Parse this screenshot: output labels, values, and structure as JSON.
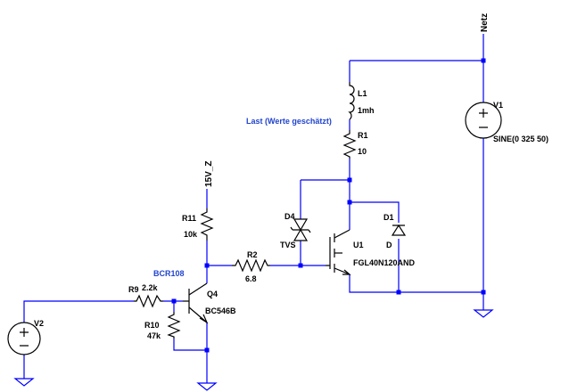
{
  "nets": {
    "netz": "Netz",
    "v15": "15V_Z"
  },
  "annotations": {
    "last": "Last (Werte geschätzt)",
    "bcr": "BCR108"
  },
  "components": {
    "L1": {
      "ref": "L1",
      "value": "1mh"
    },
    "R1": {
      "ref": "R1",
      "value": "10"
    },
    "V1": {
      "ref": "V1",
      "value": "SINE(0 325 50)"
    },
    "D4": {
      "ref": "D4",
      "value": "TVS"
    },
    "U1": {
      "ref": "U1",
      "value": "FGL40N120AND"
    },
    "D1": {
      "ref": "D1",
      "value": "D"
    },
    "R11": {
      "ref": "R11",
      "value": "10k"
    },
    "R2": {
      "ref": "R2",
      "value": "6.8"
    },
    "R9": {
      "ref": "R9",
      "value": "2.2k"
    },
    "R10": {
      "ref": "R10",
      "value": "47k"
    },
    "Q4": {
      "ref": "Q4",
      "value": "BC546B"
    },
    "V2": {
      "ref": "V2",
      "value": ""
    }
  },
  "colors": {
    "wire": "#0000ff",
    "component": "#000000",
    "annotation": "#2244cc"
  }
}
